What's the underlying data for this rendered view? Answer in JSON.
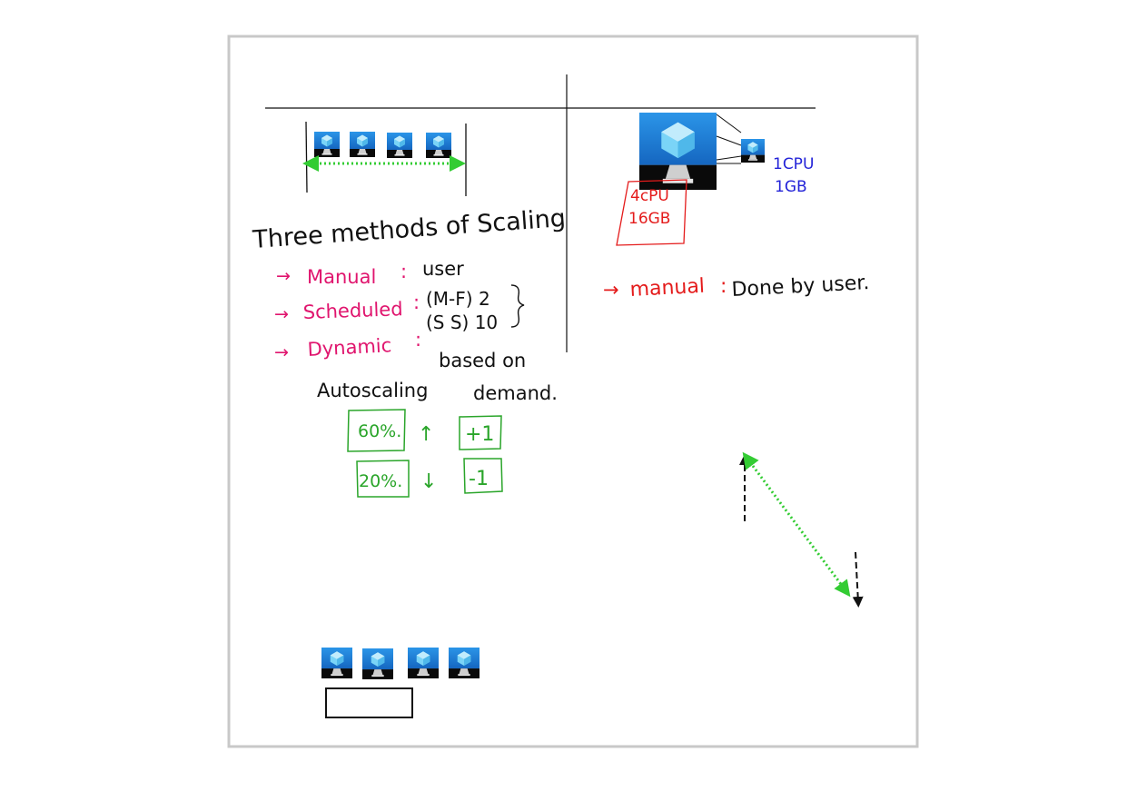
{
  "colors": {
    "ink": "#111111",
    "magenta": "#e0156e",
    "red": "#e41b1b",
    "green": "#2aa52a",
    "blue": "#2323d8",
    "dotted_green": "#33cc33",
    "frame": "#c8c8c8",
    "vm_blue": "#1e7fd6",
    "vm_light": "#78d0f5"
  },
  "icons": {
    "vm": "virtual-machine-icon"
  },
  "notes": {
    "heading": "Three methods of Scaling",
    "methods": [
      {
        "arrow": "→",
        "label": "Manual",
        "colon": ":",
        "detail": "user"
      },
      {
        "arrow": "→",
        "label": "Scheduled",
        "colon": ":",
        "detail_line1": "(M-F) 2",
        "detail_line2": "(S S) 10"
      },
      {
        "arrow": "→",
        "label": "Dynamic",
        "colon": ":"
      }
    ],
    "dynamic_note_line1": "based on",
    "dynamic_note_line2": "demand.",
    "autoscaling": "Autoscaling",
    "rules": [
      {
        "threshold": "60%.",
        "arrow": "↑",
        "action": "+1"
      },
      {
        "threshold": "20%.",
        "arrow": "↓",
        "action": "-1"
      }
    ]
  },
  "vertical": {
    "big_vm_spec_line1": "4cPU",
    "big_vm_spec_line2": "16GB",
    "small_vm_spec_line1": "1CPU",
    "small_vm_spec_line2": "1GB",
    "note_arrow": "→",
    "note_label": "manual",
    "note_colon": ":",
    "note_detail": "Done by user."
  }
}
